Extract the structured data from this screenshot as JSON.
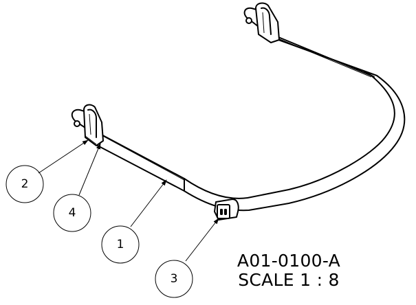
{
  "drawing": {
    "part_number": "A01-0100-A",
    "scale_label": "SCALE 1 : 8"
  },
  "balloons": [
    {
      "label": "1"
    },
    {
      "label": "2"
    },
    {
      "label": "3"
    },
    {
      "label": "4"
    }
  ]
}
